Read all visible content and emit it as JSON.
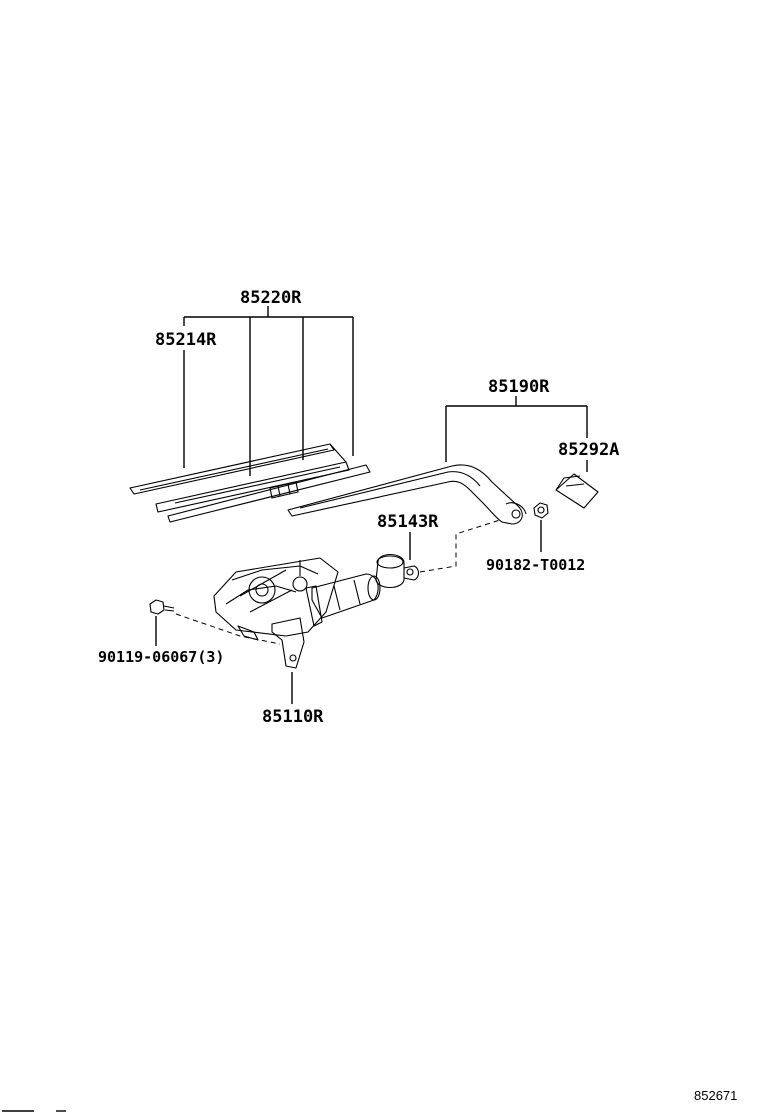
{
  "callouts": {
    "wiper_blade_assy": "85220R",
    "wiper_blade_rubber": "85214R",
    "wiper_arm": "85190R",
    "arm_cover": "85292A",
    "pivot_cap": "85143R",
    "arm_nut": "90182-T0012",
    "motor_bolt": "90119-06067(3)",
    "wiper_motor": "85110R"
  },
  "figure_ref": "852671"
}
